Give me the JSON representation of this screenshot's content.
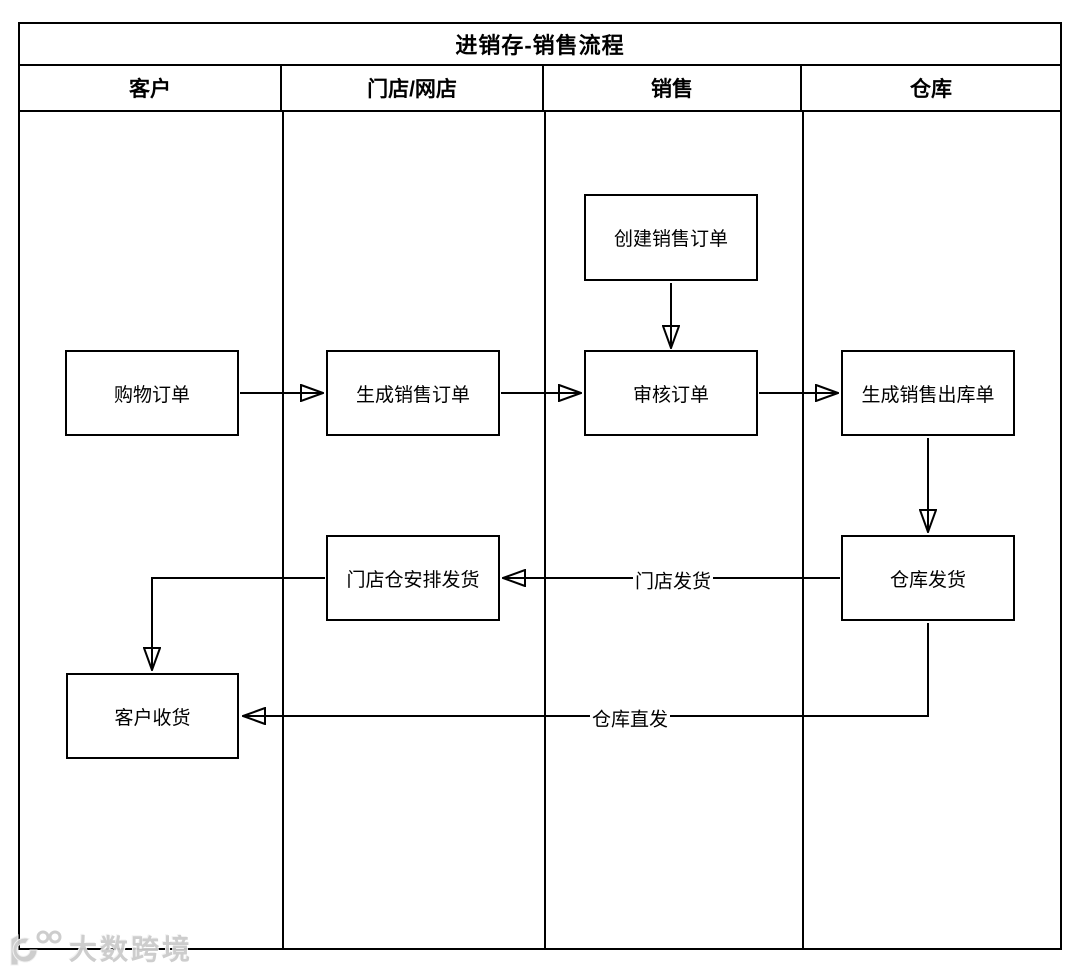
{
  "title": "进销存-销售流程",
  "lanes": [
    {
      "label": "客户"
    },
    {
      "label": "门店/网店"
    },
    {
      "label": "销售"
    },
    {
      "label": "仓库"
    }
  ],
  "nodes": {
    "create_sales_order": {
      "label": "创建销售订单"
    },
    "shopping_order": {
      "label": "购物订单"
    },
    "generate_sales_order": {
      "label": "生成销售订单"
    },
    "review_order": {
      "label": "审核订单"
    },
    "generate_outbound_order": {
      "label": "生成销售出库单"
    },
    "warehouse_ship": {
      "label": "仓库发货"
    },
    "store_arrange_ship": {
      "label": "门店仓安排发货"
    },
    "customer_receive": {
      "label": "客户收货"
    }
  },
  "edges": [
    {
      "from": "创建销售订单",
      "to": "审核订单",
      "label": ""
    },
    {
      "from": "购物订单",
      "to": "生成销售订单",
      "label": ""
    },
    {
      "from": "生成销售订单",
      "to": "审核订单",
      "label": ""
    },
    {
      "from": "审核订单",
      "to": "生成销售出库单",
      "label": ""
    },
    {
      "from": "生成销售出库单",
      "to": "仓库发货",
      "label": ""
    },
    {
      "from": "仓库发货",
      "to": "门店仓安排发货",
      "label": "门店发货"
    },
    {
      "from": "门店仓安排发货",
      "to": "客户收货",
      "label": ""
    },
    {
      "from": "仓库发货",
      "to": "客户收货",
      "label": "仓库直发"
    }
  ],
  "edge_labels": {
    "store_ship": "门店发货",
    "warehouse_direct": "仓库直发"
  },
  "watermark": {
    "text": "大数跨境"
  },
  "colors": {
    "line": "#000000",
    "background": "#ffffff",
    "watermark": "#cbcbcb"
  }
}
